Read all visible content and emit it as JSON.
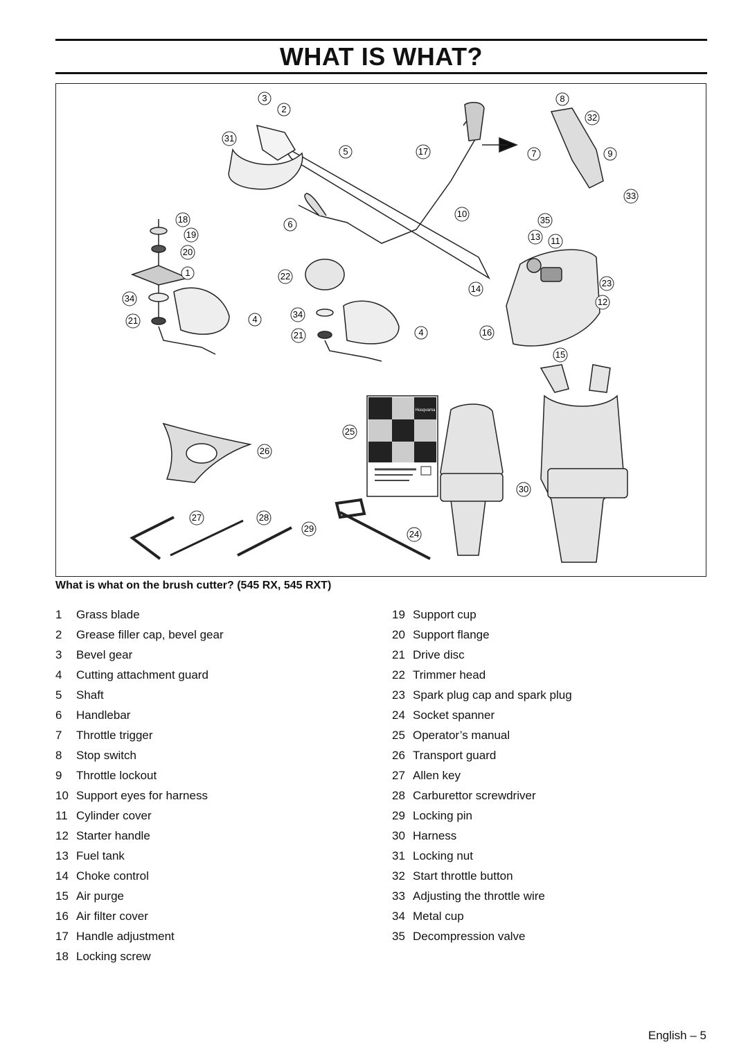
{
  "page": {
    "title": "WHAT IS WHAT?",
    "footer": "English – 5"
  },
  "figure": {
    "caption": "What is what on the brush cutter? (545 RX, 545 RXT)",
    "manual_brand": "Husqvarna",
    "callouts": [
      "3",
      "2",
      "31",
      "5",
      "17",
      "8",
      "32",
      "7",
      "9",
      "33",
      "18",
      "19",
      "20",
      "1",
      "34",
      "21",
      "4",
      "6",
      "10",
      "35",
      "13",
      "11",
      "22",
      "14",
      "23",
      "12",
      "34",
      "21",
      "4",
      "16",
      "15",
      "25",
      "26",
      "30",
      "27",
      "28",
      "29",
      "24"
    ]
  },
  "parts": {
    "left": [
      {
        "num": "1",
        "name": "Grass blade"
      },
      {
        "num": "2",
        "name": "Grease filler cap, bevel gear"
      },
      {
        "num": "3",
        "name": "Bevel gear"
      },
      {
        "num": "4",
        "name": "Cutting attachment guard"
      },
      {
        "num": "5",
        "name": "Shaft"
      },
      {
        "num": "6",
        "name": "Handlebar"
      },
      {
        "num": "7",
        "name": "Throttle trigger"
      },
      {
        "num": "8",
        "name": "Stop switch"
      },
      {
        "num": "9",
        "name": "Throttle lockout"
      },
      {
        "num": "10",
        "name": "Support eyes for harness"
      },
      {
        "num": "11",
        "name": "Cylinder cover"
      },
      {
        "num": "12",
        "name": "Starter handle"
      },
      {
        "num": "13",
        "name": "Fuel tank"
      },
      {
        "num": "14",
        "name": "Choke control"
      },
      {
        "num": "15",
        "name": "Air purge"
      },
      {
        "num": "16",
        "name": "Air filter cover"
      },
      {
        "num": "17",
        "name": "Handle adjustment"
      },
      {
        "num": "18",
        "name": "Locking screw"
      }
    ],
    "right": [
      {
        "num": "19",
        "name": "Support cup"
      },
      {
        "num": "20",
        "name": "Support flange"
      },
      {
        "num": "21",
        "name": "Drive disc"
      },
      {
        "num": "22",
        "name": "Trimmer head"
      },
      {
        "num": "23",
        "name": "Spark plug cap and spark plug"
      },
      {
        "num": "24",
        "name": "Socket spanner"
      },
      {
        "num": "25",
        "name": "Operator’s manual"
      },
      {
        "num": "26",
        "name": "Transport guard"
      },
      {
        "num": "27",
        "name": "Allen key"
      },
      {
        "num": "28",
        "name": "Carburettor screwdriver"
      },
      {
        "num": "29",
        "name": "Locking pin"
      },
      {
        "num": "30",
        "name": "Harness"
      },
      {
        "num": "31",
        "name": "Locking nut"
      },
      {
        "num": "32",
        "name": "Start throttle button"
      },
      {
        "num": "33",
        "name": "Adjusting the throttle wire"
      },
      {
        "num": "34",
        "name": "Metal cup"
      },
      {
        "num": "35",
        "name": "Decompression valve"
      }
    ]
  }
}
